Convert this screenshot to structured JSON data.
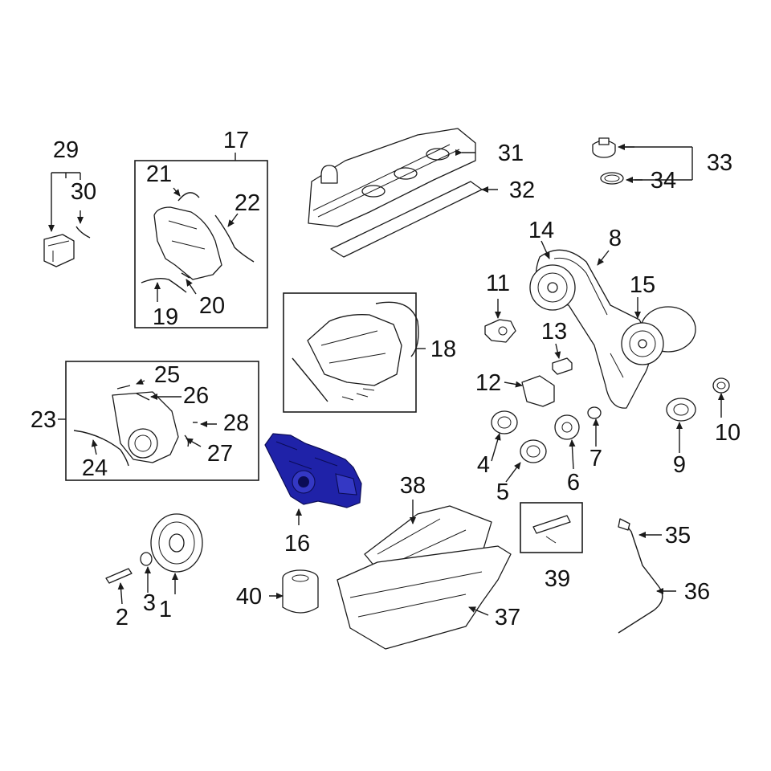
{
  "diagram": {
    "highlight_color": "#1f22a8",
    "highlighted_part": "16",
    "callouts": [
      {
        "id": "c1",
        "label": "1"
      },
      {
        "id": "c2",
        "label": "2"
      },
      {
        "id": "c3",
        "label": "3"
      },
      {
        "id": "c4",
        "label": "4"
      },
      {
        "id": "c5",
        "label": "5"
      },
      {
        "id": "c6",
        "label": "6"
      },
      {
        "id": "c7",
        "label": "7"
      },
      {
        "id": "c8",
        "label": "8"
      },
      {
        "id": "c9",
        "label": "9"
      },
      {
        "id": "c10",
        "label": "10"
      },
      {
        "id": "c11",
        "label": "11"
      },
      {
        "id": "c12",
        "label": "12"
      },
      {
        "id": "c13",
        "label": "13"
      },
      {
        "id": "c14",
        "label": "14"
      },
      {
        "id": "c15",
        "label": "15"
      },
      {
        "id": "c16",
        "label": "16"
      },
      {
        "id": "c17",
        "label": "17"
      },
      {
        "id": "c18",
        "label": "18"
      },
      {
        "id": "c19",
        "label": "19"
      },
      {
        "id": "c20",
        "label": "20"
      },
      {
        "id": "c21",
        "label": "21"
      },
      {
        "id": "c22",
        "label": "22"
      },
      {
        "id": "c23",
        "label": "23"
      },
      {
        "id": "c24",
        "label": "24"
      },
      {
        "id": "c25",
        "label": "25"
      },
      {
        "id": "c26",
        "label": "26"
      },
      {
        "id": "c27",
        "label": "27"
      },
      {
        "id": "c28",
        "label": "28"
      },
      {
        "id": "c29",
        "label": "29"
      },
      {
        "id": "c30",
        "label": "30"
      },
      {
        "id": "c31",
        "label": "31"
      },
      {
        "id": "c32",
        "label": "32"
      },
      {
        "id": "c33",
        "label": "33"
      },
      {
        "id": "c34",
        "label": "34"
      },
      {
        "id": "c35",
        "label": "35"
      },
      {
        "id": "c36",
        "label": "36"
      },
      {
        "id": "c37",
        "label": "37"
      },
      {
        "id": "c38",
        "label": "38"
      },
      {
        "id": "c39",
        "label": "39"
      },
      {
        "id": "c40",
        "label": "40"
      }
    ]
  }
}
